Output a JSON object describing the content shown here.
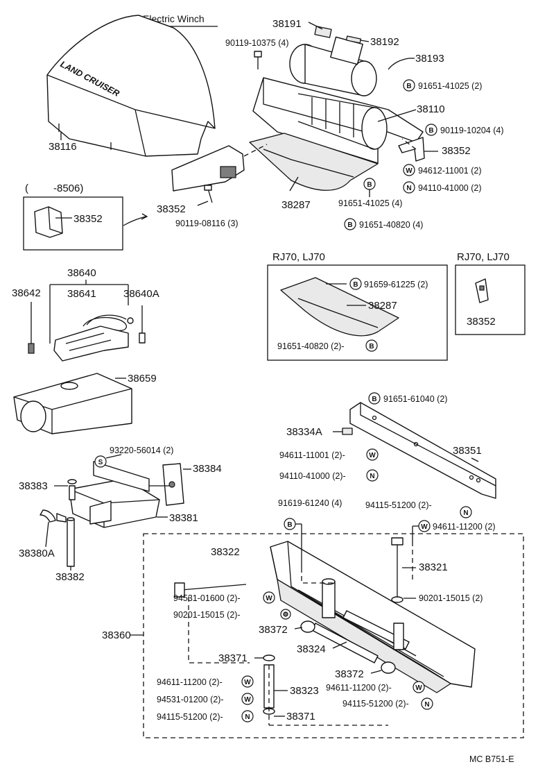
{
  "title": "Electric Winch",
  "footer_code": "MC  B751-E",
  "logo_text": "LAND CRUISER",
  "variant_labels": {
    "range_prefix": "(",
    "range_suffix": "-8506)",
    "rj70_a": "RJ70, LJ70",
    "rj70_b": "RJ70, LJ70"
  },
  "parts": {
    "p38116": "38116",
    "p38191": "38191",
    "p38192": "38192",
    "p38193": "38193",
    "p38110": "38110",
    "p38352_main": "38352",
    "p38352_left": "38352",
    "p38352_inset": "38352",
    "p38352_rj": "38352",
    "p38287_main": "38287",
    "p38287_rj": "38287",
    "p38640": "38640",
    "p38642": "38642",
    "p38641": "38641",
    "p38640A": "38640A",
    "p38659": "38659",
    "p38334A": "38334A",
    "p38351": "38351",
    "p38383": "38383",
    "p38384": "38384",
    "p38381": "38381",
    "p38380A": "38380A",
    "p38382": "38382",
    "p38322": "38322",
    "p38321": "38321",
    "p38360": "38360",
    "p38372_a": "38372",
    "p38372_b": "38372",
    "p38324": "38324",
    "p38371_a": "38371",
    "p38371_b": "38371",
    "p38323": "38323"
  },
  "fasteners": {
    "f90119_10375": "90119-10375 (4)",
    "f91651_41025_a": "91651-41025 (2)",
    "f90119_10204": "90119-10204 (4)",
    "f94612_11001": "94612-11001 (2)",
    "f94110_41000_a": "94110-41000 (2)",
    "f91651_41025_b": "91651-41025 (4)",
    "f91651_40820_a": "91651-40820 (4)",
    "f90119_08116": "90119-08116 (3)",
    "f91659_61225": "91659-61225 (2)",
    "f91651_40820_b": "91651-40820 (2)-",
    "f91651_61040": "91651-61040 (2)",
    "f94611_11001": "94611-11001 (2)-",
    "f94110_41000_b": "94110-41000 (2)-",
    "f93220_56014": "93220-56014 (2)",
    "f91619_61240": "91619-61240 (4)",
    "f94115_51200_a": "94115-51200 (2)-",
    "f94611_11200_a": "94611-11200 (2)",
    "f94531_01600": "94531-01600 (2)-",
    "f90201_15015_a": "90201-15015 (2)-",
    "f90201_15015_b": "90201-15015 (2)",
    "f94611_11200_b": "94611-11200 (2)-",
    "f94531_01200": "94531-01200 (2)-",
    "f94115_51200_b": "94115-51200 (2)-",
    "f94611_11200_c": "94611-11200 (2)-",
    "f94115_51200_c": "94115-51200 (2)-"
  },
  "symbols": {
    "bolt": "B",
    "washer": "W",
    "nut": "N",
    "screw": "S"
  }
}
